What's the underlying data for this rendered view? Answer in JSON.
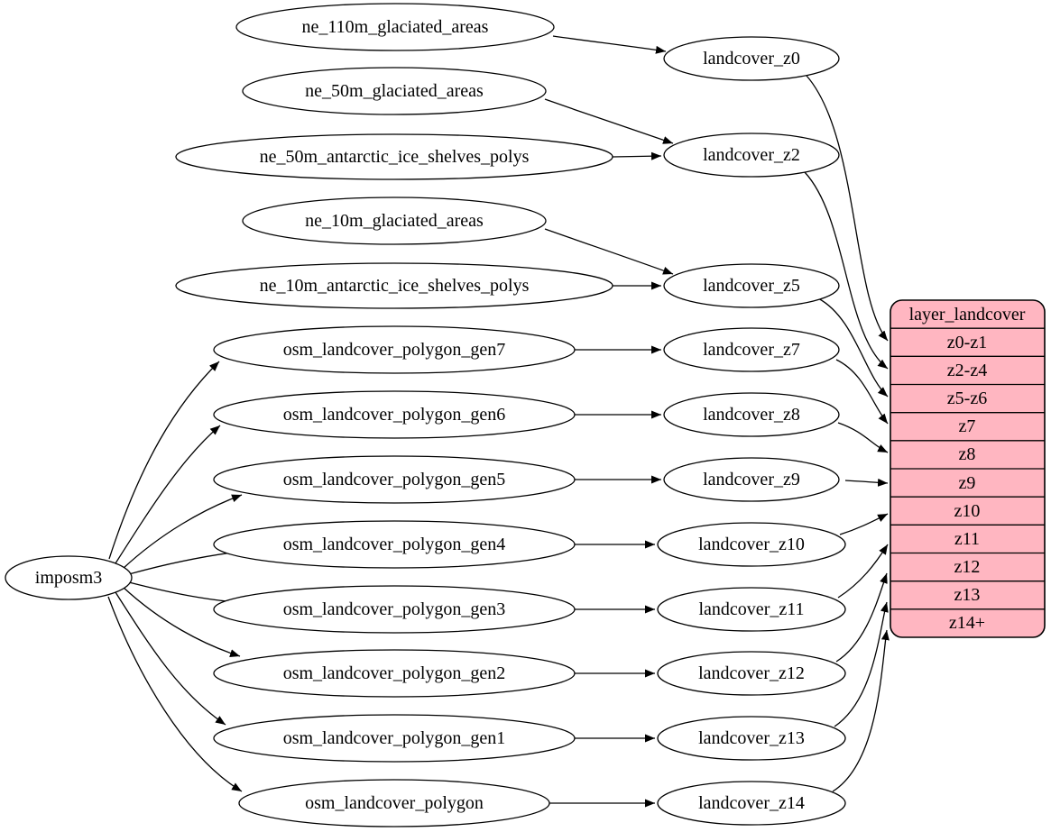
{
  "diagram": {
    "root": {
      "label": "imposm3"
    },
    "sources": [
      {
        "label": "ne_110m_glaciated_areas"
      },
      {
        "label": "ne_50m_glaciated_areas"
      },
      {
        "label": "ne_50m_antarctic_ice_shelves_polys"
      },
      {
        "label": "ne_10m_glaciated_areas"
      },
      {
        "label": "ne_10m_antarctic_ice_shelves_polys"
      },
      {
        "label": "osm_landcover_polygon_gen7"
      },
      {
        "label": "osm_landcover_polygon_gen6"
      },
      {
        "label": "osm_landcover_polygon_gen5"
      },
      {
        "label": "osm_landcover_polygon_gen4"
      },
      {
        "label": "osm_landcover_polygon_gen3"
      },
      {
        "label": "osm_landcover_polygon_gen2"
      },
      {
        "label": "osm_landcover_polygon_gen1"
      },
      {
        "label": "osm_landcover_polygon"
      }
    ],
    "stages": [
      {
        "label": "landcover_z0"
      },
      {
        "label": "landcover_z2"
      },
      {
        "label": "landcover_z5"
      },
      {
        "label": "landcover_z7"
      },
      {
        "label": "landcover_z8"
      },
      {
        "label": "landcover_z9"
      },
      {
        "label": "landcover_z10"
      },
      {
        "label": "landcover_z11"
      },
      {
        "label": "landcover_z12"
      },
      {
        "label": "landcover_z13"
      },
      {
        "label": "landcover_z14"
      }
    ],
    "layer_table": {
      "title": "layer_landcover",
      "rows": [
        "z0-z1",
        "z2-z4",
        "z5-z6",
        "z7",
        "z8",
        "z9",
        "z10",
        "z11",
        "z12",
        "z13",
        "z14+"
      ]
    },
    "colors": {
      "table_fill": "#ffb6c1",
      "stroke": "#000000",
      "background": "#ffffff"
    }
  }
}
